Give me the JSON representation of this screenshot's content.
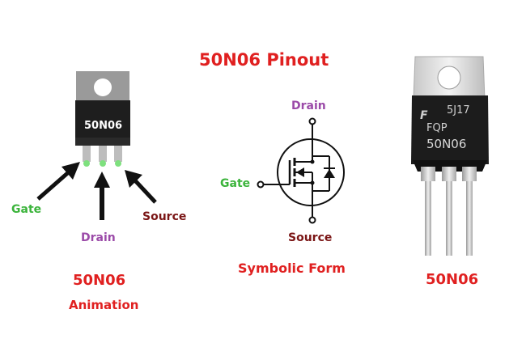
{
  "title": "50N06 Pinout",
  "colors": {
    "title": "#e02020",
    "gate": "#3cb43c",
    "drain": "#9b4aa8",
    "source": "#7a1515",
    "caption": "#e02020",
    "tab": "#9a9a9a",
    "body": "#222222",
    "pin_tip": "#7ee07e"
  },
  "animation": {
    "package_label": "50N06",
    "gate_label": "Gate",
    "drain_label": "Drain",
    "source_label": "Source",
    "caption_line1": "50N06",
    "caption_line2": "Animation"
  },
  "symbol": {
    "drain_label": "Drain",
    "gate_label": "Gate",
    "source_label": "Source",
    "caption": "Symbolic Form"
  },
  "photo": {
    "marking_logo": "F",
    "marking_line1": "5J17",
    "marking_line2": "FQP",
    "marking_line3": "50N06",
    "caption": "50N06"
  }
}
